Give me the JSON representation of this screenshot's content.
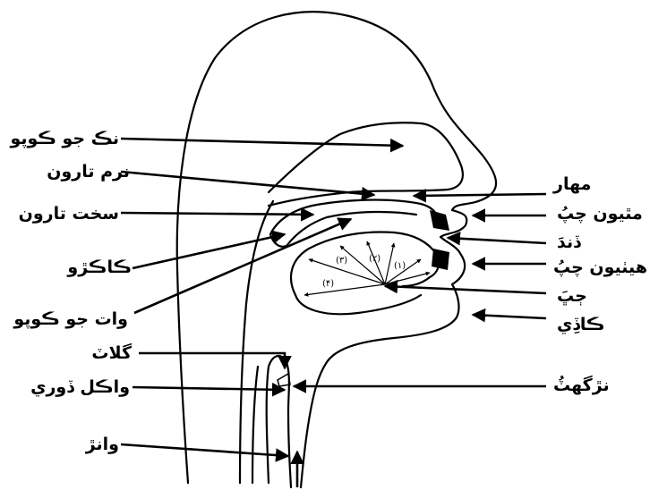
{
  "diagram": {
    "left_labels": [
      {
        "key": "nasal_cavity",
        "text": "نڪ جو ڪوپو"
      },
      {
        "key": "soft_palate",
        "text": "نرم تارون"
      },
      {
        "key": "hard_palate",
        "text": "سخت تارون"
      },
      {
        "key": "uvula",
        "text": "ڪاڪڙو"
      },
      {
        "key": "oral_cavity",
        "text": "وات جو ڪوپو"
      },
      {
        "key": "glottis",
        "text": "گلاٽ"
      },
      {
        "key": "vocal_cords",
        "text": "واڪل ڏوري"
      },
      {
        "key": "windpipe",
        "text": "وانڙ"
      }
    ],
    "right_labels": [
      {
        "key": "gum_ridge",
        "text": "مهار"
      },
      {
        "key": "upper_lip",
        "text": "مٿيون چپُ"
      },
      {
        "key": "teeth",
        "text": "ڏندَ"
      },
      {
        "key": "lower_lip",
        "text": "هيٺيون چپُ"
      },
      {
        "key": "tongue",
        "text": "ڄڀَ"
      },
      {
        "key": "chin",
        "text": "ڪاڏِي"
      },
      {
        "key": "larynx",
        "text": "نڙگھٽُ"
      }
    ],
    "tongue_marks": [
      "(۱)",
      "(۲)",
      "(۳)",
      "(۴)"
    ],
    "colors": {
      "ink": "#000000",
      "background": "#ffffff"
    }
  }
}
